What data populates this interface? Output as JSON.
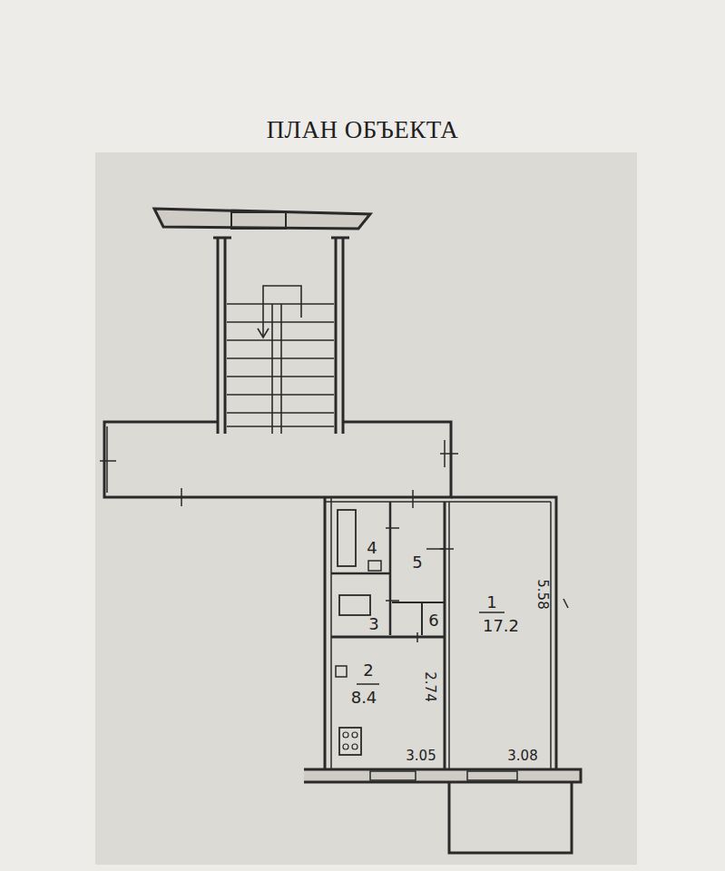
{
  "diagram": {
    "title": "ПЛАН ОБЪЕКТА",
    "nodes": [
      {
        "text": [
          "4"
        ]
      },
      {
        "text": [
          "5"
        ]
      },
      {
        "text": [
          "3"
        ]
      },
      {
        "text": [
          "6"
        ]
      },
      {
        "text": [
          "1",
          "17.2"
        ]
      },
      {
        "text": [
          "2",
          "8.4"
        ]
      }
    ],
    "labels": [
      "5.58",
      "2.74",
      "3.05",
      "3.08"
    ]
  }
}
